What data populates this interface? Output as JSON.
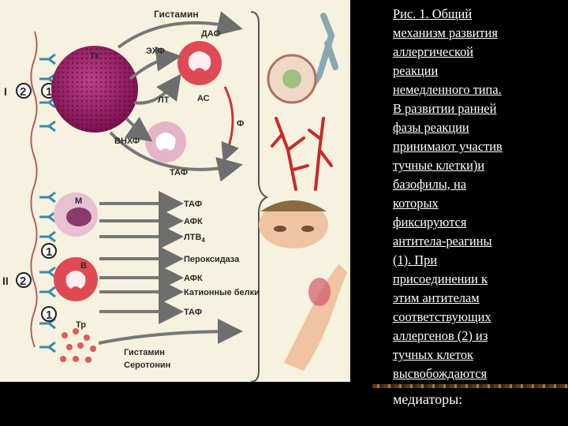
{
  "figure": {
    "labels": {
      "histamine_top": "Гистамин",
      "dao": "ДАО",
      "ehf": "ЭХФ",
      "tk": "Тк",
      "lt": "ЛТ",
      "as": "АС",
      "f": "Ф",
      "vnhf": "ВНХФ",
      "taf_1": "ТАФ",
      "roman_one": "I",
      "roman_two": "II",
      "circle_two_a": "2",
      "circle_one_a": "1",
      "m": "М",
      "taf_2": "ТАФ",
      "afk_1": "АФК",
      "ltv": "ЛТВ",
      "ltv_sub": "4",
      "peroxidase": "Пероксидаза",
      "b": "В",
      "afk_2": "АФК",
      "cationic": "Катионные белки",
      "taf_3": "ТАФ",
      "tr": "Тр",
      "histamine_bottom": "Гистамин",
      "serotonin": "Серотонин",
      "circle_one_b": "1",
      "circle_two_b": "2",
      "circle_one_c": "1"
    },
    "colors": {
      "background": "#f7f2df",
      "mast_cell": "#a0206a",
      "neutrophil": "#d63a4a",
      "basophil": "#d8a0b8",
      "arrow": "#777777",
      "vessel": "#c82a2a"
    }
  },
  "caption": {
    "lines": [
      "Рис. 1. Общий",
      "механизм развития",
      "аллергической",
      "реакции",
      "немедленного типа.",
      "В развитии ранней",
      "фазы реакции",
      "принимают участив",
      "тучные клетки)и",
      "базофилы, на",
      "которых",
      "фиксируются",
      "антитела-реагины",
      "(1). При",
      "присоединении к",
      "этим антителам",
      "соответствующих",
      "аллергенов (2) из",
      "тучных клеток",
      "высвобождаются"
    ],
    "last_line": "медиаторы:"
  }
}
